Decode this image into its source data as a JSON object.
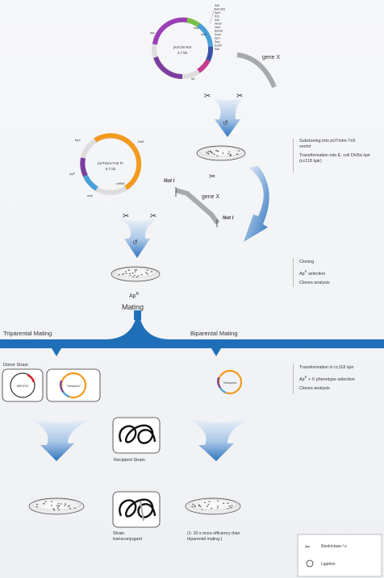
{
  "plasmid_top": {
    "name": "pUC18 Not",
    "size": "2.7 kb",
    "labels": {
      "bla": "bla",
      "ori": "ori",
      "lacZ": "lacZ",
      "notI": "NotI"
    },
    "sites": [
      "NotI",
      "NotI (Dk)",
      "SphI",
      "PstI",
      "SalI",
      "HincII",
      "XbaI",
      "BamHI",
      "SmaI",
      "KpnI",
      "SacI",
      "EcoRI",
      "NotI"
    ]
  },
  "plasmid_mini": {
    "name": "pUTmini-Tn5 Tc",
    "size": "6.7 kb",
    "labels": {
      "tnp": "tnp*",
      "notI": "NotI",
      "ap": "Apᴿ",
      "oriR6K": "oriR6K",
      "mob": "mob"
    }
  },
  "gene_x_top": "gene X",
  "gene_x_mid": "gene X",
  "not1_a": "Not I",
  "not1_b": "Not I",
  "apr": "Ap",
  "apr_sup": "R",
  "mating": "Mating",
  "tri": "Triparental Mating",
  "bi": "Biparental Mating",
  "donor": "Donor Strain",
  "prk": "pRK2013",
  "mini_label": "Transposon",
  "bi_label": "Transposon",
  "recipient": "Recipient Strain",
  "strain": "Strain",
  "transconjugant": "transconjugant",
  "efficiency": "(1- 20 x more efficiency than",
  "efficiency2": "triparental mating.)",
  "notes": {
    "sub1": "Subcloning into pUTmini-Tn5",
    "sub2": "vector",
    "sub3": "Transformation into E. coli DH5α λpir",
    "sub4": "(cc118 λpir)",
    "clon1": "Cloning",
    "clon2a": "Ap",
    "clon2b": "R",
    "clon2c": " selection",
    "clon3": "Clones analysis",
    "tr1": "Transformation in cc118 λpir",
    "tr2a": "Ap",
    "tr2b": "R",
    "tr2c": " + X phenotype selection",
    "tr3": "Clones analysis"
  },
  "legend": {
    "restriction": "Restrictase / s",
    "ligation": "Ligation"
  },
  "colors": {
    "main_blue": "#1f6fb8",
    "arrow_light": "#dde8f4",
    "plasmid_purple": "#7b3fa0",
    "plasmid_orange": "#f39a1e",
    "gene_grey": "#a7a9ab"
  }
}
